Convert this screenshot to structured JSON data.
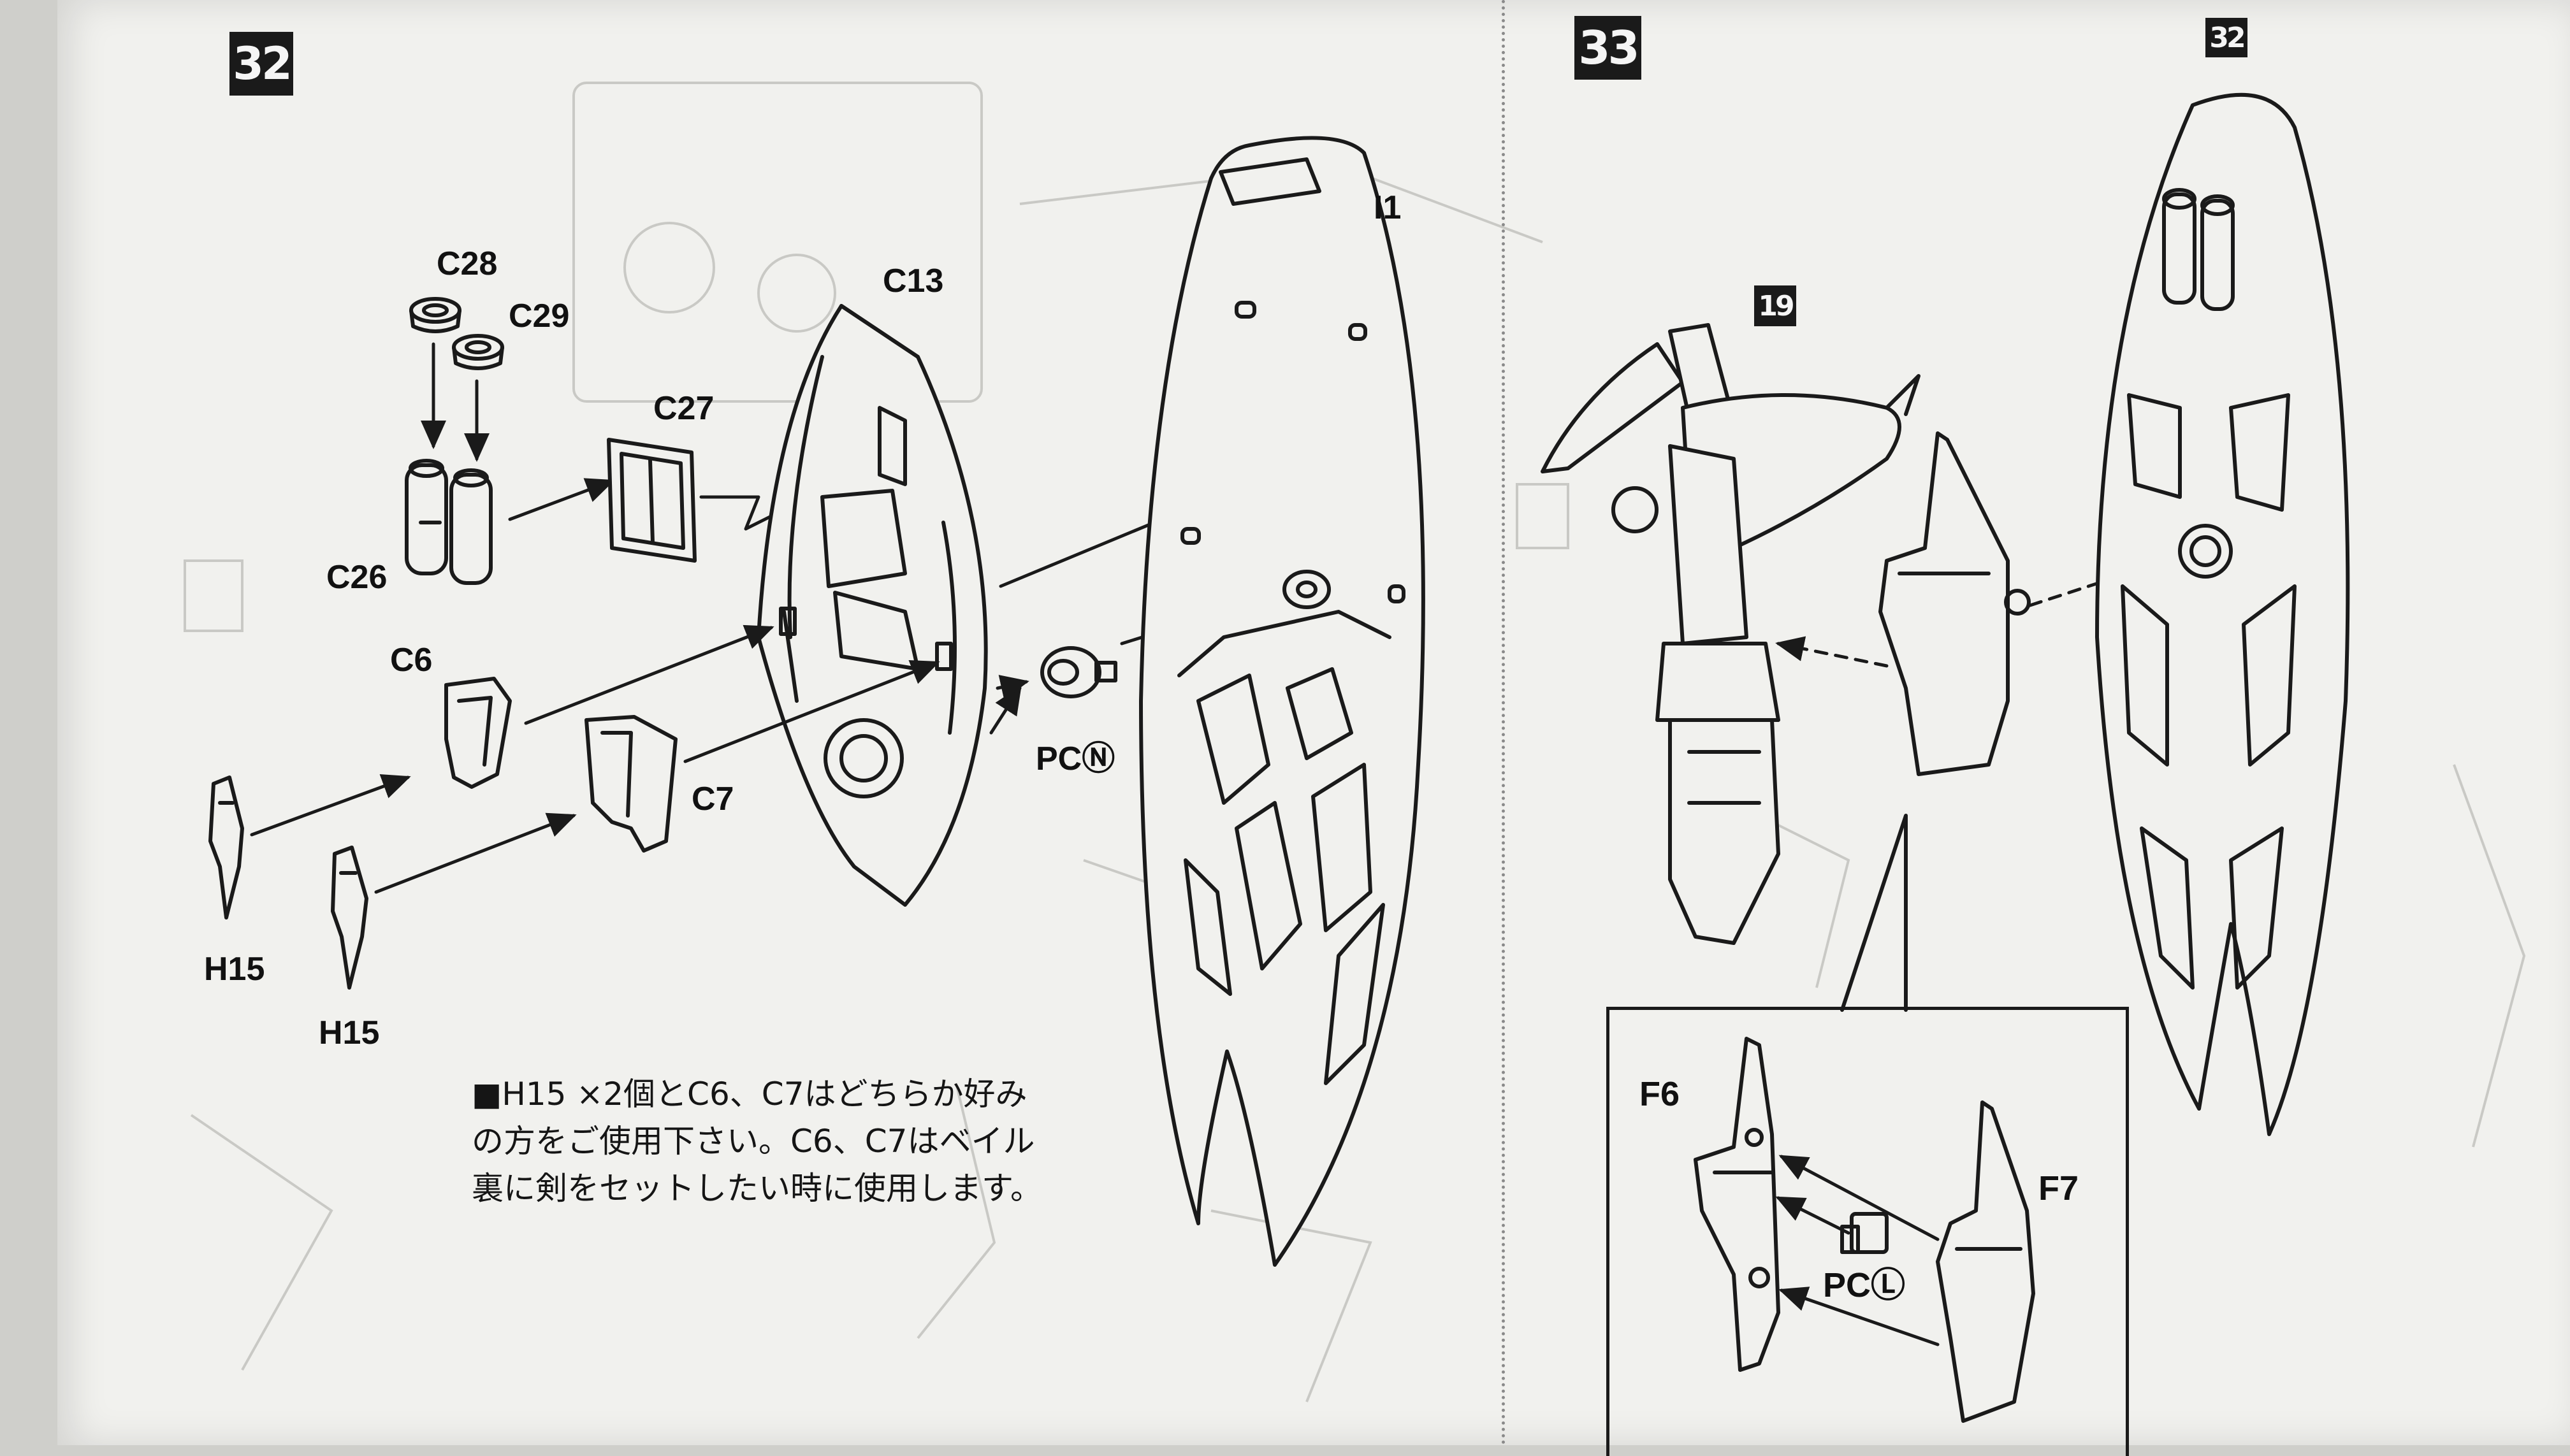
{
  "steps": {
    "step32": {
      "number": "32"
    },
    "step33": {
      "number": "33"
    },
    "ref32": {
      "number": "32"
    },
    "ref19": {
      "number": "19"
    }
  },
  "parts": {
    "c28": "C28",
    "c29": "C29",
    "c27": "C27",
    "c13": "C13",
    "i1": "I1",
    "c26": "C26",
    "c6": "C6",
    "c7": "C7",
    "pcn": "PCⓃ",
    "h15_a": "H15",
    "h15_b": "H15",
    "f6": "F6",
    "f7": "F7",
    "pcl": "PCⓁ"
  },
  "note": {
    "line1": "■H15 ×2個とC6、C7はどちらか好み",
    "line2": "の方をご使用下さい。C6、C7はベイル",
    "line3": "裏に剣をセットしたい時に使用します。"
  },
  "colors": {
    "ink": "#1a1a1a",
    "paper": "#f1f1ee",
    "badge": "#1a1a1a"
  }
}
